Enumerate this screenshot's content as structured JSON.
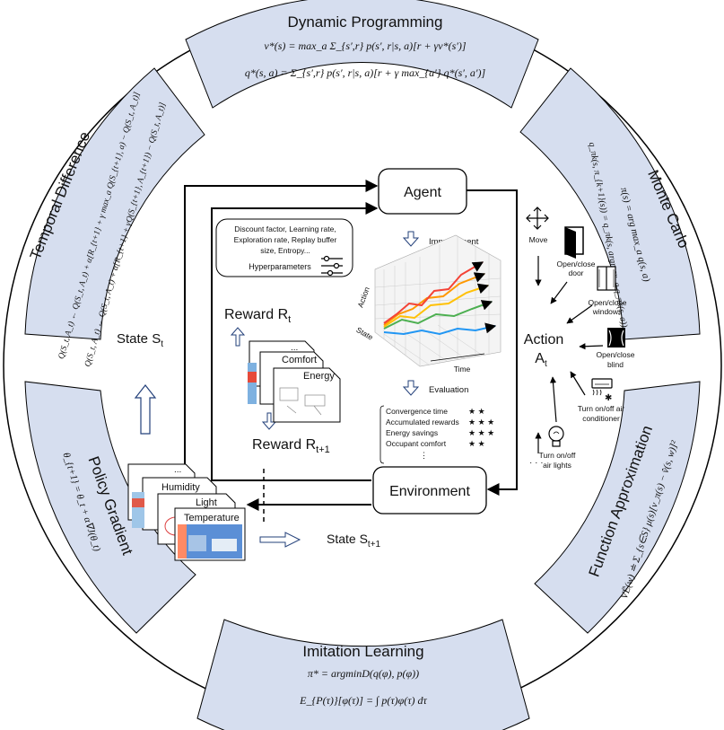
{
  "sections": {
    "dp": {
      "title": "Dynamic Programming",
      "eq1": "v*(s) = max_a Σ_{s′,r} p(s′, r|s, a)[r + γv*(s′)]",
      "eq2": "q*(s, a) = Σ_{s′,r} p(s′, r|s, a)[r + γ max_{a′} q*(s′, a′)]"
    },
    "mc": {
      "title": "Monte Carlo",
      "eq1": "π(s) = arg max_a q(s, a)",
      "eq2": "q_πk(s, π_{k+1}(s)) = q_πk(s, argmax_a q_πk(s, a))"
    },
    "fa": {
      "title": "Function Approximation",
      "eq1": "VĒ(w) ≐ Σ_{s∈S} μ(s)[v_π(s) − v̂(s, w)]²"
    },
    "il": {
      "title": "Imitation Learning",
      "eq1": "π* = argminD(q(φ), p(φ))",
      "eq2": "E_{P(τ)}[φ(τ)] = ∫ p(τ)φ(τ) dτ"
    },
    "pg": {
      "title": "Policy Gradient",
      "eq1": "θ_{t+1} = θ_t + α∇J(θ_t)"
    },
    "td": {
      "title": "Temporal Difference",
      "eq1": "Q(S_t, A_t) ← Q(S_t, A_t) + α[R_{t+1} + γ max_a Q(S_{t+1}, a) − Q(S_t, A_t)]",
      "eq2": "Q(S_t, A_t) ← Q(S_t, A_t) + α[R_{t+1} + γQ(S_{t+1}, A_{t+1}) − Q(S_t, A_t)]"
    }
  },
  "center": {
    "agent": "Agent",
    "environment": "Environment",
    "state_t": "State S",
    "state_t_sub": "t",
    "state_t1": "State S",
    "state_t1_sub": "t+1",
    "reward_t": "Reward R",
    "reward_t_sub": "t",
    "reward_t1": "Reward R",
    "reward_t1_sub": "t+1",
    "action": "Action",
    "action_sub_main": "A",
    "action_sub": "t",
    "improvement": "Improvement",
    "evaluation": "Evaluation",
    "hyper_text1": "Discount factor, Learning rate,",
    "hyper_text2": "Exploration rate, Replay buffer",
    "hyper_text3": "size, Entropy...",
    "hyper_label": "Hyperparameters",
    "comfort": "Comfort",
    "energy": "Energy",
    "ellipsis": "...",
    "humidity": "Humidity",
    "light": "Light",
    "temperature": "Temperature",
    "axis_action": "Action",
    "axis_state": "State",
    "axis_time": "Time",
    "vdots": "⋮",
    "dots": "· · ·"
  },
  "evaluation_items": [
    {
      "label": "Convergence time",
      "stars": "★ ★"
    },
    {
      "label": "Accumulated rewards",
      "stars": "★ ★ ★"
    },
    {
      "label": "Energy savings",
      "stars": "★ ★ ★"
    },
    {
      "label": "Occupant comfort",
      "stars": "★ ★"
    }
  ],
  "actions": {
    "move": "Move",
    "door1": "Open/close",
    "door2": "door",
    "windows1": "Open/close",
    "windows2": "windows",
    "blind1": "Open/close",
    "blind2": "blind",
    "ac1": "Turn on/off air",
    "ac2": "conditioner",
    "lights1": "Turn on/off",
    "lights2": "air lights"
  },
  "colors": {
    "section_fill": "#d6deef",
    "line": "#000000",
    "lines": [
      "#2196f3",
      "#4caf50",
      "#ffc107",
      "#ff9800",
      "#f44336"
    ]
  }
}
